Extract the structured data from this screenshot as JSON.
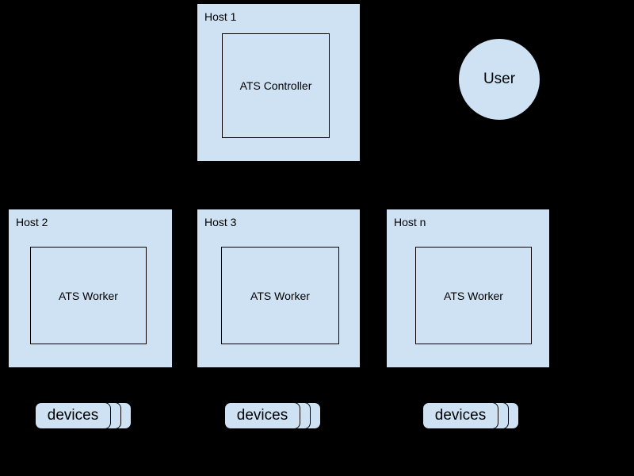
{
  "diagram": {
    "colors": {
      "background": "#000000",
      "node_fill": "#cfe2f3",
      "node_border": "#000000",
      "text": "#000000"
    },
    "hosts": [
      {
        "label": "Host 1",
        "component": "ATS Controller"
      },
      {
        "label": "Host 2",
        "component": "ATS Worker"
      },
      {
        "label": "Host 3",
        "component": "ATS Worker"
      },
      {
        "label": "Host n",
        "component": "ATS Worker"
      }
    ],
    "user": {
      "label": "User"
    },
    "device_stacks": [
      {
        "label": "devices"
      },
      {
        "label": "devices"
      },
      {
        "label": "devices"
      }
    ]
  }
}
